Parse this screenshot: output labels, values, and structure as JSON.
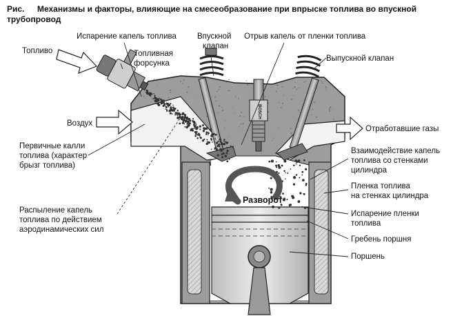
{
  "caption": {
    "prefix": "Рис.",
    "title": "Механизмы и факторы, влияющие на смесеобразование при впрыске топлива во впускной трубопровод"
  },
  "labels": {
    "fuel": "Топливо",
    "droplet_evaporation": "Испарение капель топлива",
    "injector": [
      "Топливная",
      "форсунка"
    ],
    "intake_valve": [
      "Впускной",
      "клапан"
    ],
    "film_detachment": "Отрыв капель от пленки топлива",
    "exhaust_valve": "Выпускной клапан",
    "air": "Воздух",
    "exhaust_gases": "Отработавшие газы",
    "primary_droplets": [
      "Первичные калли",
      "топлива (характер",
      "брызг топлива)"
    ],
    "wall_interaction": [
      "Взаимодействие капель",
      "топлива со стенками",
      "цилиндра"
    ],
    "wall_film": [
      "Пленка топлива",
      "на стенках цилиндра"
    ],
    "film_evaporation": [
      "Испарение пленки",
      "топлива"
    ],
    "aero_atomization": [
      "Распыление капель",
      "топлива по действием",
      "аэродинамических сил"
    ],
    "reversal": "Разворот",
    "piston_crown": "Гребень поршня",
    "piston": "Поршень",
    "spark_plug_brand": "BOSCH"
  }
}
